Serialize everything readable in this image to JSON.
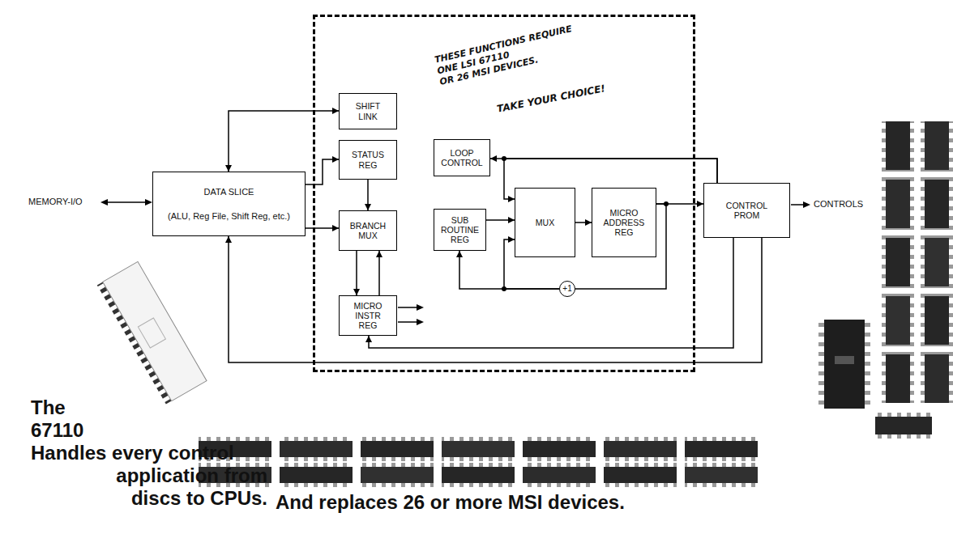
{
  "diagram": {
    "nodes": [
      {
        "text": [
          "THESE FUNCTIONS REQUIRE ONE LSI 67110 OR 26 MSI DEVICES.",
          "TAKE YOUR CHOICE!"
        ]
      },
      {
        "text": [
          "SHIFT LINK"
        ],
        "in": 0
      },
      {
        "text": [
          "STATUS REG"
        ],
        "in": 0
      },
      {
        "text": [
          "LOOP CONTROL"
        ],
        "in": 0
      },
      {
        "text": [
          "DATA SLICE",
          "(ALU, Reg File, Shift Reg, etc.)"
        ]
      },
      {
        "text": [
          "MUX"
        ],
        "in": 0
      },
      {
        "text": [
          "MICRO ADDRESS REG"
        ],
        "in": 0
      },
      {
        "text": [
          "CONTROL PROM"
        ]
      },
      {
        "text": [
          "BRANCH MUX"
        ],
        "in": 0
      },
      {
        "text": [
          "SUB ROUTINE REG"
        ],
        "in": 0
      },
      {
        "text": [
          "MICRO INSTR REG"
        ],
        "in": 0
      },
      {
        "text": [
          "+1"
        ],
        "in": 0
      }
    ],
    "edges": [
      {
        "from": 4,
        "to": 1,
        "arrow": "both"
      },
      {
        "from": 4,
        "to": 2,
        "arrow": "to"
      },
      {
        "from": 4,
        "to": 8,
        "arrow": "to"
      },
      {
        "from": 2,
        "to": 8,
        "arrow": "to"
      },
      {
        "from": 8,
        "to": 10,
        "arrow": "to"
      },
      {
        "from": 10,
        "to": 8,
        "arrow": "to"
      },
      {
        "from": 7,
        "to": 3,
        "arrow": "to"
      },
      {
        "from": 7,
        "to": 5,
        "arrow": "to"
      },
      {
        "from": 9,
        "to": 5,
        "arrow": "to"
      },
      {
        "from": 11,
        "to": 9,
        "arrow": "to"
      },
      {
        "from": 11,
        "to": 5,
        "arrow": "to"
      },
      {
        "from": 5,
        "to": 6,
        "arrow": "to"
      },
      {
        "from": 6,
        "to": 7,
        "arrow": "to"
      },
      {
        "from": 6,
        "to": 11,
        "arrow": "none"
      },
      {
        "from": 7,
        "to": 10,
        "arrow": "to"
      },
      {
        "from": 7,
        "to": 4,
        "arrow": "to"
      }
    ],
    "labels": [
      "MEMORY-I/O",
      "CONTROLS",
      "The 67110 Handles every control application from discs to CPUs.",
      "And replaces 26 or more MSI devices."
    ]
  }
}
